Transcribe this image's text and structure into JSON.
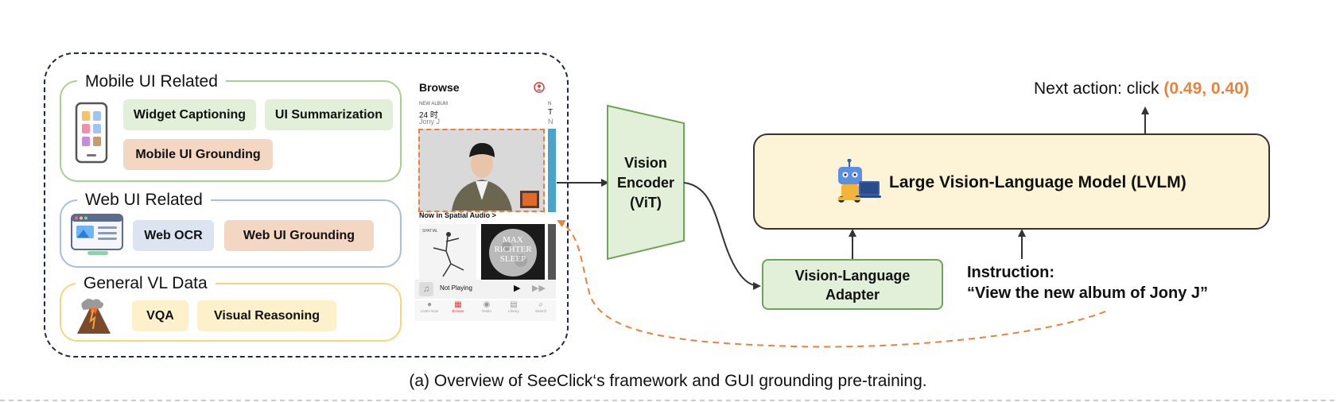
{
  "groups": {
    "mobile": {
      "title": "Mobile UI Related",
      "chips": [
        "Widget Captioning",
        "UI Summarization",
        "Mobile UI Grounding"
      ]
    },
    "web": {
      "title": "Web UI Related",
      "chips": [
        "Web OCR",
        "Web UI Grounding"
      ]
    },
    "general": {
      "title": "General VL Data",
      "chips": [
        "VQA",
        "Visual Reasoning"
      ]
    }
  },
  "phone": {
    "header": "Browse",
    "new_album_tag": "NEW ALBUM",
    "album_title": "24 时",
    "album_artist": "Jony J",
    "next_col_tag": "N",
    "next_col_title": "T",
    "next_col_artist": "N",
    "section": "Now in Spatial Audio >",
    "album2_tag": "SPATIAL",
    "album3_text": "MAX RICHTER SLEEP",
    "player_status": "Not Playing",
    "tabs": [
      "Listen Now",
      "Browse",
      "Radio",
      "Library",
      "Search"
    ]
  },
  "encoder": {
    "line1": "Vision",
    "line2": "Encoder",
    "line3": "(ViT)"
  },
  "adapter": {
    "line1": "Vision-Language",
    "line2": "Adapter"
  },
  "lvlm": {
    "label": "Large Vision-Language Model (LVLM)"
  },
  "next_action": {
    "prefix": "Next action: click ",
    "coords": "(0.49, 0.40)"
  },
  "instruction": {
    "label": "Instruction:",
    "text": "“View the new album of Jony J”"
  },
  "caption": "(a) Overview of SeeClick‘s framework and GUI grounding pre-training.",
  "colors": {
    "accent_orange": "#e9823a",
    "lvlm_fill": "#fdf3d6",
    "adapter_fill": "#e2efd9",
    "encoder_fill": "#e2efd9"
  }
}
